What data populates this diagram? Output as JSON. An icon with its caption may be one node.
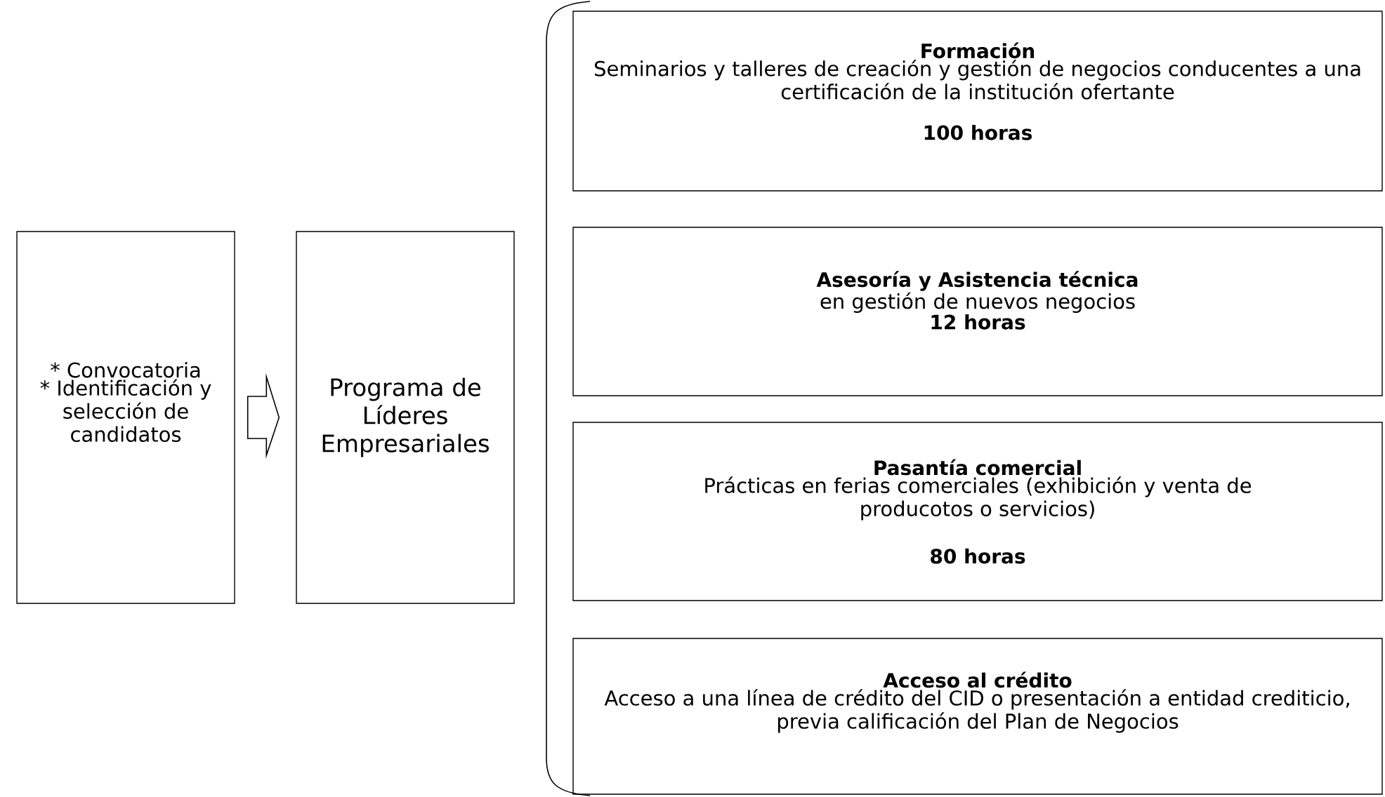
{
  "diagram": {
    "nodes": [
      {
        "text": [
          "* Convocatoria",
          "* Identificación y selección de candidatos"
        ]
      },
      {
        "text": [
          "Programa de Líderes Empresariales"
        ]
      },
      {
        "text": [
          "Formación",
          "Seminarios y talleres de creación y gestión de negocios conducentes a una certificación de la institución ofertante",
          "100 horas"
        ]
      },
      {
        "text": [
          "Asesoría y Asistencia técnica",
          "en gestión de nuevos negocios",
          "12 horas"
        ]
      },
      {
        "text": [
          "Pasantía comercial",
          "Prácticas en ferias comerciales (exhibición y venta de producotos o servicios)",
          "80 horas"
        ]
      },
      {
        "text": [
          "Acceso al crédito",
          "Acceso a una línea de crédito del CID o presentación a entidad crediticio, previa calificación del Plan de Negocios"
        ]
      }
    ],
    "edges": [
      {
        "from": 0,
        "to": 1,
        "arrow": "to"
      }
    ]
  }
}
